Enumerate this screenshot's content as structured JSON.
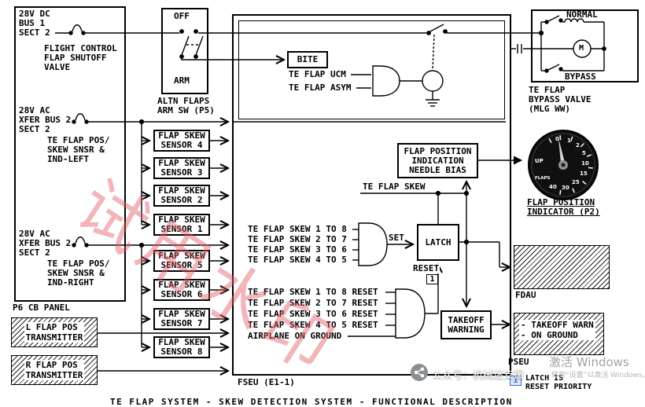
{
  "colors": {
    "line": "#000000",
    "watermark_red": "#df5c66",
    "activate_grey": "#a3a3a3",
    "flag_blue": "#3a6bc9"
  },
  "footer_caption": "TE FLAP SYSTEM - SKEW DETECTION SYSTEM - FUNCTIONAL DESCRIPTION",
  "watermark": {
    "big_text": "试用水印",
    "activate_1": "激活 Windows",
    "activate_2": "转到“设置”以激活 Windows。",
    "wechat_text": "公众号：机械迷支援"
  },
  "p6_panel": {
    "label": "P6 CB PANEL",
    "bus1": "28V DC\nBUS 1\nSECT 2",
    "bus1_load": "FLIGHT CONTROL\nFLAP SHUTOFF\nVALVE",
    "bus2": "28V AC\nXFER BUS 2\nSECT 2",
    "bus2_load": "TE FLAP POS/\nSKEW SNSR &\nIND-LEFT",
    "bus3": "28V AC\nXFER BUS 2\nSECT 2",
    "bus3_load": "TE FLAP POS/\nSKEW SNSR &\nIND-RIGHT"
  },
  "transmitters": {
    "left": "L FLAP POS\nTRANSMITTER",
    "right": "R FLAP POS\nTRANSMITTER"
  },
  "arm_switch": {
    "off": "OFF",
    "arm": "ARM",
    "label": "ALTN FLAPS\nARM SW (P5)"
  },
  "fseu": {
    "label": "FSEU (E1-1)",
    "bite": "BITE",
    "ucm": "TE FLAP UCM",
    "asym": "TE FLAP ASYM",
    "sensors": [
      "FLAP SKEW\nSENSOR 4",
      "FLAP SKEW\nSENSOR 3",
      "FLAP SKEW\nSENSOR 2",
      "FLAP SKEW\nSENSOR 1",
      "FLAP SKEW\nSENSOR 5",
      "FLAP SKEW\nSENSOR 6",
      "FLAP SKEW\nSENSOR 7",
      "FLAP SKEW\nSENSOR 8"
    ],
    "set_lines": [
      "TE FLAP SKEW 1 TO 8",
      "TE FLAP SKEW 2 TO 7",
      "TE FLAP SKEW 3 TO 6",
      "TE FLAP SKEW 4 TO 5"
    ],
    "reset_lines": [
      "TE FLAP SKEW 1 TO 8 RESET",
      "TE FLAP SKEW 2 TO 7 RESET",
      "TE FLAP SKEW 3 TO 6 RESET",
      "TE FLAP SKEW 4 TO 5 RESET",
      "AIRPLANE ON GROUND"
    ],
    "set_label": "SET",
    "reset_label": "RESET",
    "latch": "LATCH",
    "skew_line_label": "TE FLAP SKEW",
    "needle_bias": "FLAP POSITION\nINDICATION\nNEEDLE BIAS",
    "takeoff_warning": "TAKEOFF\nWARNING",
    "flag_1": "1"
  },
  "bypass_valve": {
    "normal": "NORMAL",
    "bypass": "BYPASS",
    "motor": "M",
    "label": "TE FLAP\nBYPASS VALVE\n(MLG WW)"
  },
  "indicator": {
    "label": "FLAP POSITION\nINDICATOR (P2)",
    "marks": [
      "0",
      "1",
      "2",
      "5",
      "10",
      "15",
      "25",
      "30",
      "40"
    ],
    "up": "UP",
    "flaps": "FLAPS"
  },
  "external": {
    "fdau": "FDAU",
    "pseu": "PSEU",
    "pseu_signals": "- TAKEOFF WARN\n- ON GROUND",
    "note_flag": "1",
    "note": "LATCH IS\nRESET PRIORITY"
  }
}
